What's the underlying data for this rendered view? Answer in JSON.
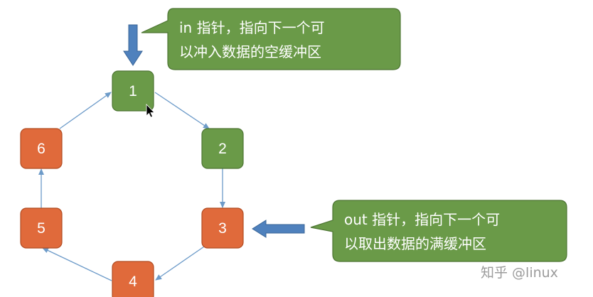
{
  "nodes": [
    {
      "id": "1",
      "label": "1",
      "state": "empty",
      "color": "#6a9a48"
    },
    {
      "id": "2",
      "label": "2",
      "state": "empty",
      "color": "#6a9a48"
    },
    {
      "id": "3",
      "label": "3",
      "state": "full",
      "color": "#e06a3b"
    },
    {
      "id": "4",
      "label": "4",
      "state": "full",
      "color": "#e06a3b"
    },
    {
      "id": "5",
      "label": "5",
      "state": "full",
      "color": "#e06a3b"
    },
    {
      "id": "6",
      "label": "6",
      "state": "full",
      "color": "#e06a3b"
    }
  ],
  "edges": [
    {
      "from": "1",
      "to": "2"
    },
    {
      "from": "2",
      "to": "3"
    },
    {
      "from": "3",
      "to": "4"
    },
    {
      "from": "4",
      "to": "5"
    },
    {
      "from": "5",
      "to": "6"
    },
    {
      "from": "6",
      "to": "1"
    }
  ],
  "callouts": {
    "in": {
      "line1": "in 指针，指向下一个可",
      "line2": "以冲入数据的空缓冲区",
      "points_to": "1"
    },
    "out": {
      "line1": "out 指针，指向下一个可",
      "line2": "以取出数据的满缓冲区",
      "points_to": "3"
    }
  },
  "colors": {
    "empty_buffer": "#6a9a48",
    "full_buffer": "#e06a3b",
    "callout_fill": "#6a9a48",
    "pointer_arrow": "#4f81bd",
    "edge": "#6d9bc9"
  },
  "watermark": "知乎 @linux"
}
